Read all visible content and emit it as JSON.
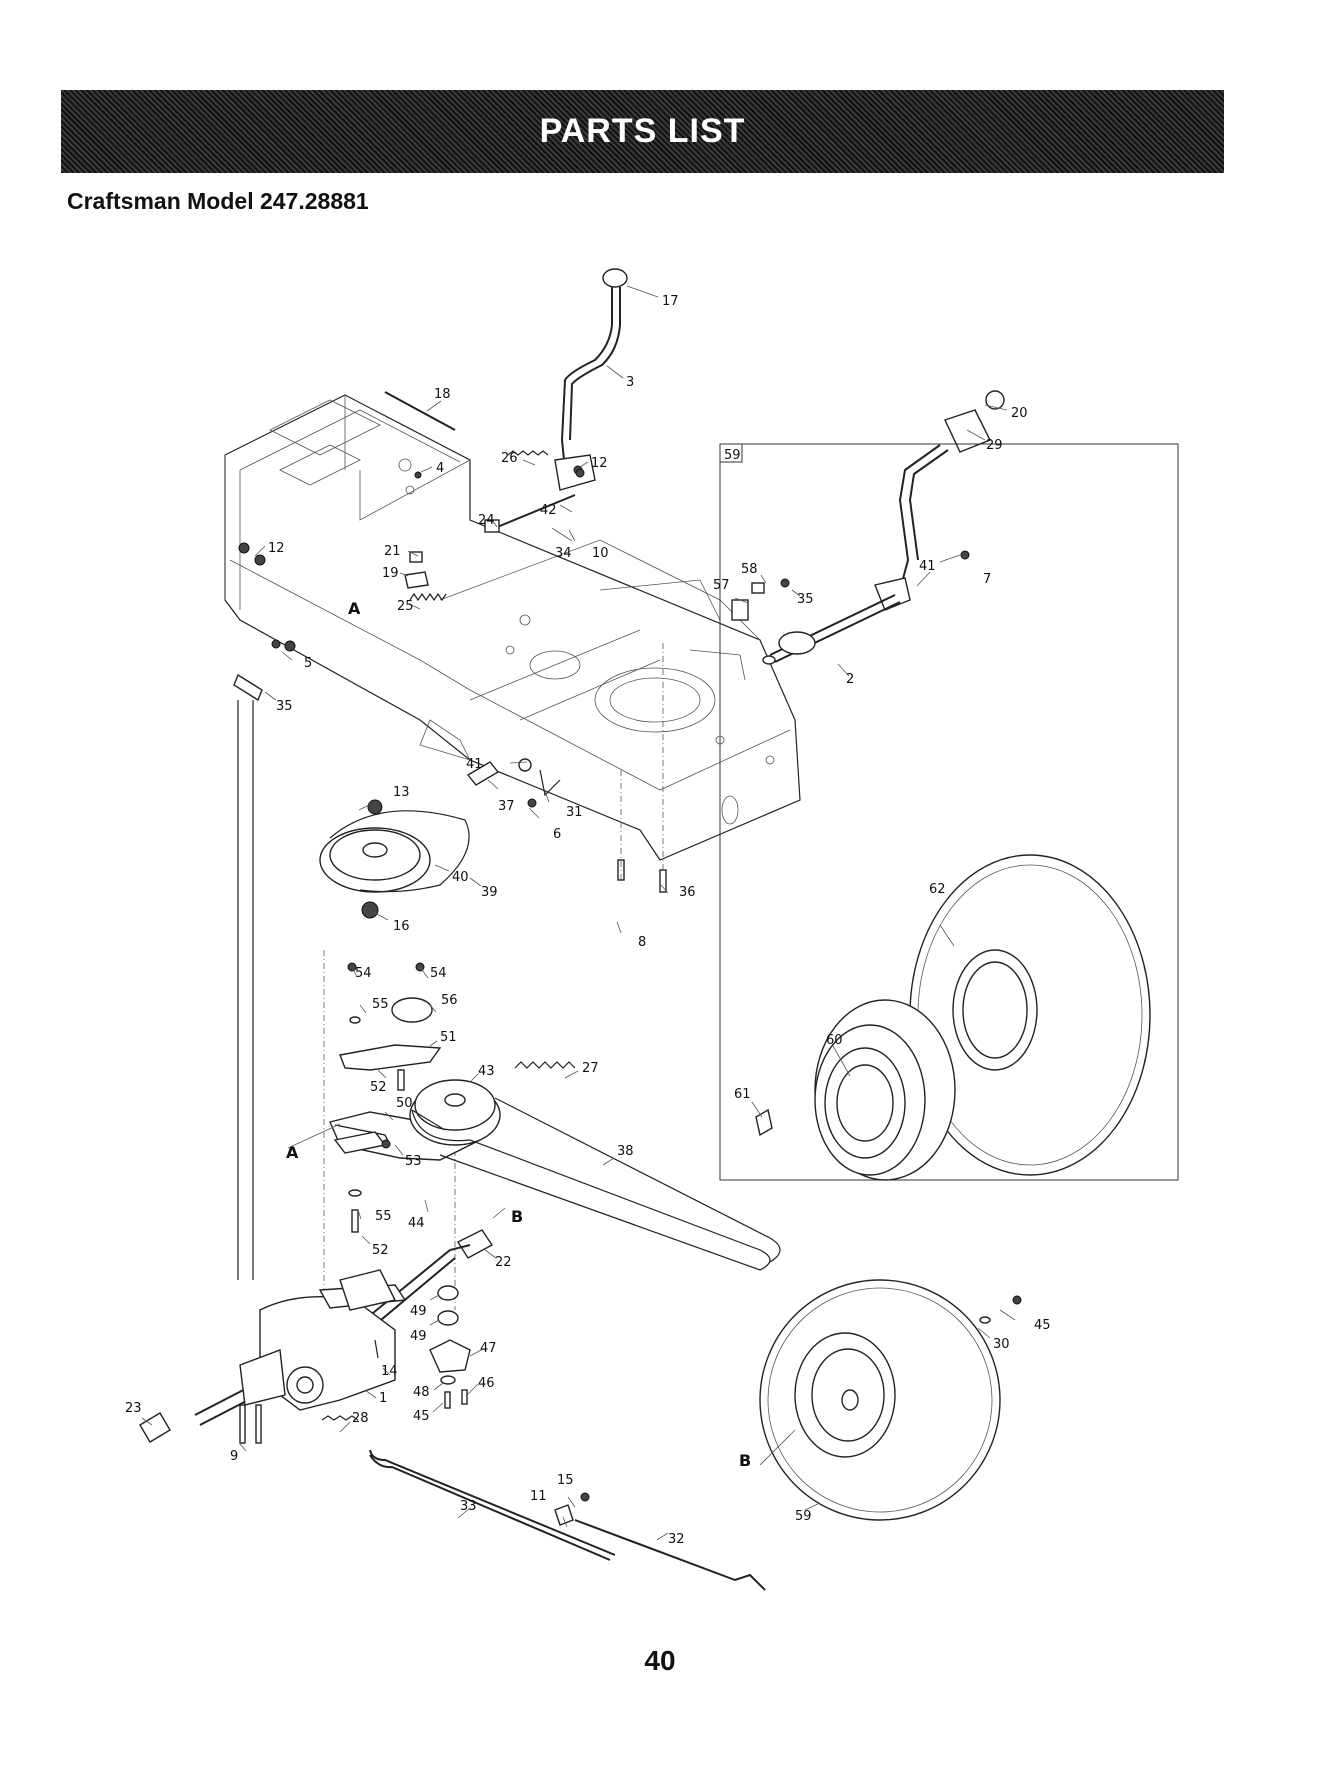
{
  "header": {
    "banner_title": "PARTS LIST",
    "model_line": "Craftsman Model 247.28881"
  },
  "footer": {
    "page_number": "40"
  },
  "inset": {
    "label": "59"
  },
  "callouts": {
    "c17": "17",
    "c3": "3",
    "c18": "18",
    "c20": "20",
    "c29": "29",
    "c26": "26",
    "c12a": "12",
    "c4": "4",
    "c42": "42",
    "c24": "24",
    "c34": "34",
    "c10": "10",
    "c12b": "12",
    "c21": "21",
    "c19": "19",
    "c58": "58",
    "c57": "57",
    "c35a": "35",
    "c41a": "41",
    "c7": "7",
    "cA1": "A",
    "c25": "25",
    "c5": "5",
    "c2": "2",
    "c35b": "35",
    "c41b": "41",
    "c13": "13",
    "c37": "37",
    "c31": "31",
    "c6": "6",
    "c40": "40",
    "c39": "39",
    "c36": "36",
    "c16": "16",
    "c8": "8",
    "c62": "62",
    "c54a": "54",
    "c54b": "54",
    "c55a": "55",
    "c56": "56",
    "c51": "51",
    "c60": "60",
    "c52a": "52",
    "c43": "43",
    "c27": "27",
    "c61": "61",
    "c50": "50",
    "cA2": "A",
    "c53": "53",
    "c38": "38",
    "c55b": "55",
    "c44": "44",
    "cB1": "B",
    "c52b": "52",
    "c22": "22",
    "c49a": "49",
    "c49b": "49",
    "c47": "47",
    "c14": "14",
    "c48": "48",
    "c46": "46",
    "c45a": "45",
    "c1": "1",
    "c23": "23",
    "c28": "28",
    "c9": "9",
    "c45b": "45",
    "c30": "30",
    "c33": "33",
    "c15": "15",
    "c11": "11",
    "c32": "32",
    "cB2": "B",
    "c59": "59"
  }
}
